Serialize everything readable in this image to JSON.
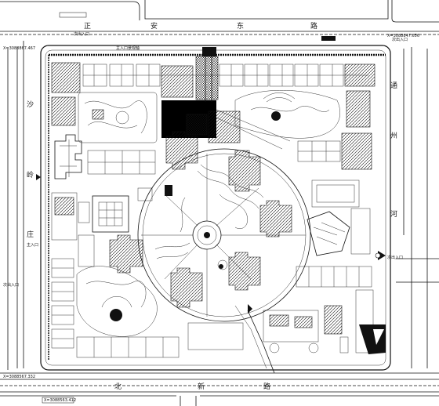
{
  "road_labels": {
    "north_road": [
      "正",
      "安",
      "东",
      "路"
    ],
    "south_road": [
      "北",
      "新",
      "路"
    ],
    "west_road": [
      "沙",
      "岭",
      "庄"
    ],
    "east_road": [
      "通",
      "州",
      "河"
    ]
  },
  "entrance_labels": {
    "north_main": "次出入口",
    "north_secondary": "主入口景观轴",
    "west": "次出入口",
    "east": "次出入口"
  },
  "coordinate_labels": {
    "top_left": "X=3088867.467",
    "top_right": "X=3088847.656",
    "bottom_left": "X=3088567.332",
    "bottom_center": "X=3088563.412"
  },
  "annotation_labels": {
    "west_middle": "主入口",
    "east_top": "次出入口"
  },
  "colors": {
    "line": "#111111",
    "background": "#ffffff"
  }
}
